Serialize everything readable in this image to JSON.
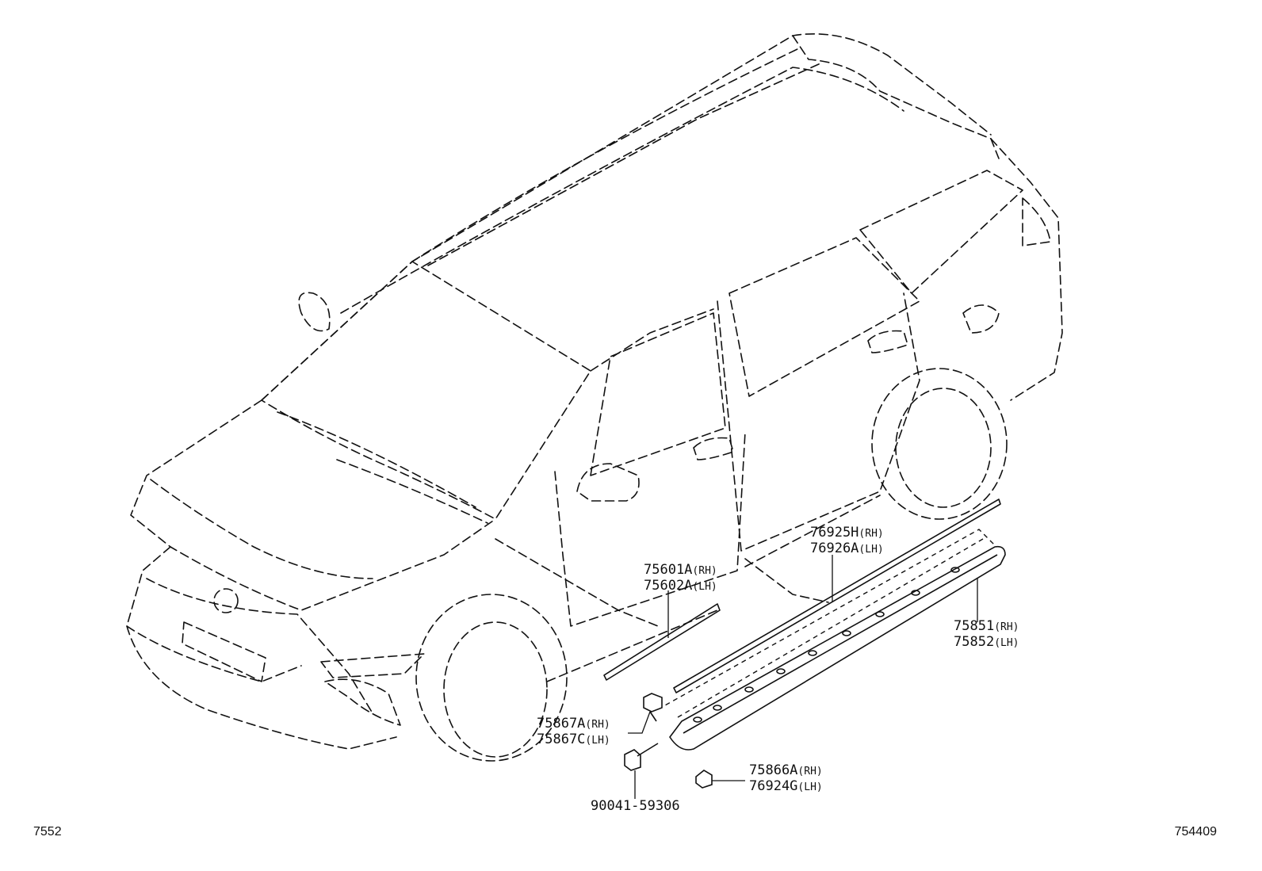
{
  "diagram": {
    "footer_left": "7552",
    "footer_right": "754409",
    "callouts": [
      {
        "id": "rocker-outer",
        "lines": [
          {
            "part": "76925H",
            "side": "(RH)"
          },
          {
            "part": "76926A",
            "side": "(LH)"
          }
        ]
      },
      {
        "id": "door-moulding",
        "lines": [
          {
            "part": "75601A",
            "side": "(RH)"
          },
          {
            "part": "75602A",
            "side": "(LH)"
          }
        ]
      },
      {
        "id": "rocker-panel",
        "lines": [
          {
            "part": "75851",
            "side": "(RH)"
          },
          {
            "part": "75852",
            "side": "(LH)"
          }
        ]
      },
      {
        "id": "front-clip",
        "lines": [
          {
            "part": "75867A",
            "side": "(RH)"
          },
          {
            "part": "75867C",
            "side": "(LH)"
          }
        ]
      },
      {
        "id": "clip-nut",
        "lines": [
          {
            "part": "75866A",
            "side": "(RH)"
          },
          {
            "part": "76924G",
            "side": "(LH)"
          }
        ]
      },
      {
        "id": "screw",
        "lines": [
          {
            "part": "90041-59306",
            "side": ""
          }
        ]
      }
    ]
  }
}
